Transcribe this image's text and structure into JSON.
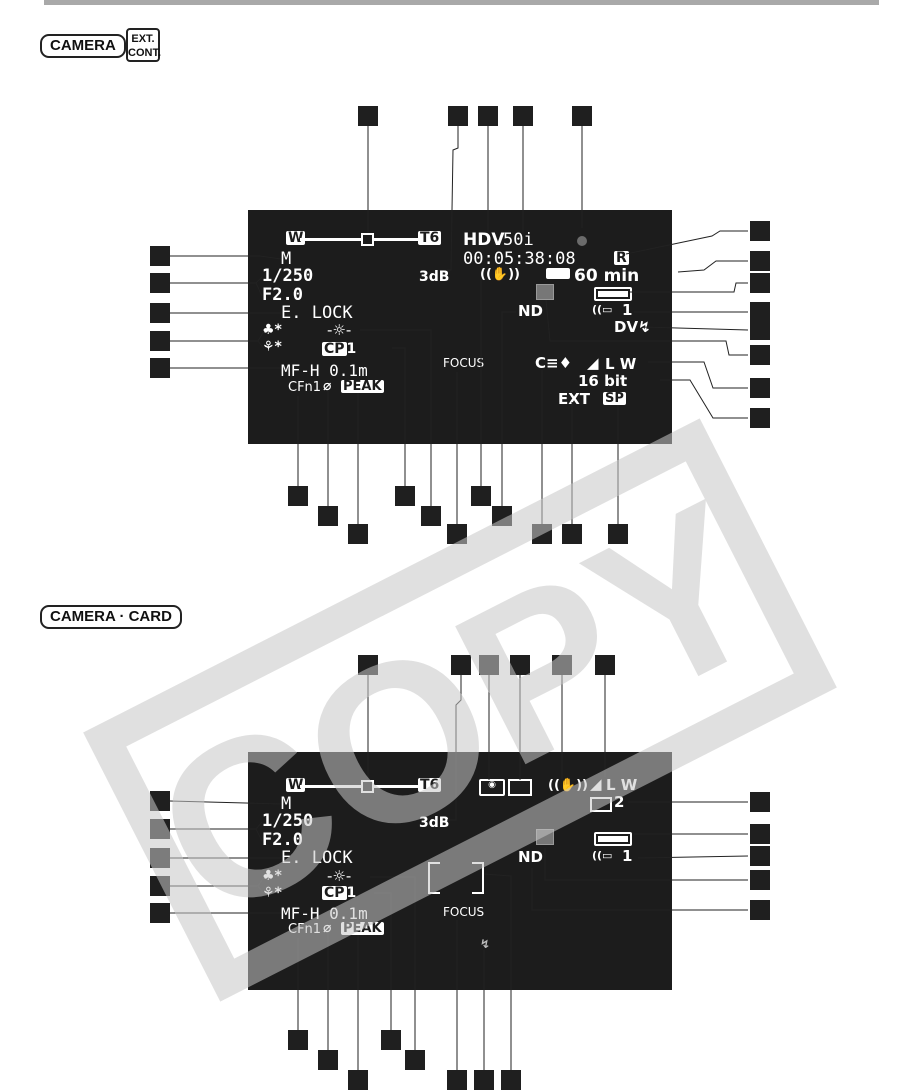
{
  "header": {
    "mode_camera": "CAMERA",
    "ext_cont_line1": "EXT.",
    "ext_cont_line2": "CONT.",
    "mode_camera_card": "CAMERA · CARD"
  },
  "colors": {
    "screen": "#1c1c1c",
    "marker": "#1f1f1f",
    "rule": "#a9a9a9",
    "watermark": "#c8c8c8"
  },
  "screen1": {
    "zoom_w": "W",
    "zoom_t": "T6",
    "format": "HDV",
    "frame_rate": "50i",
    "timecode": "00:05:38:08",
    "timecode_flag": "R",
    "mode": "M",
    "gain": "3dB",
    "tape_remaining": "60 min",
    "shutter": "1/250",
    "aperture": "F2.0",
    "exposure_lock": "E. LOCK",
    "nd": "ND",
    "wireless_battery": "1",
    "dv_out": "DV",
    "custom_preset": "1",
    "mf": "MF-H 0.1m",
    "custom_function": "CFn1",
    "peaking": "PEAK",
    "focus": "FOCUS",
    "audio_mode": "L W",
    "audio_bits": "16 bit",
    "ext_input": "EXT",
    "rec_speed": "SP"
  },
  "screen2": {
    "zoom_w": "W",
    "zoom_t": "T6",
    "mode": "M",
    "gain": "3dB",
    "shutter": "1/250",
    "aperture": "F2.0",
    "exposure_lock": "E. LOCK",
    "nd": "ND",
    "wireless_battery": "1",
    "custom_preset": "1",
    "mf": "MF-H 0.1m",
    "custom_function": "CFn1",
    "peaking": "PEAK",
    "focus": "FOCUS",
    "audio_mode": "L W",
    "card_count": "2"
  },
  "watermark": "COPY",
  "icons": [
    "zoom-bar-icon",
    "recording-dot-icon",
    "image-stabilizer-icon",
    "tape-icon",
    "battery-icon",
    "wireless-remote-icon",
    "dv-output-icon",
    "nd-filter-icon",
    "microphone-icon",
    "audio-level-icon",
    "white-balance-icon",
    "image-effect-icon",
    "lock-icon",
    "ae-program-icon",
    "metering-icon",
    "photo-size-icon",
    "flash-icon",
    "focus-frame-icon",
    "card-icon"
  ]
}
